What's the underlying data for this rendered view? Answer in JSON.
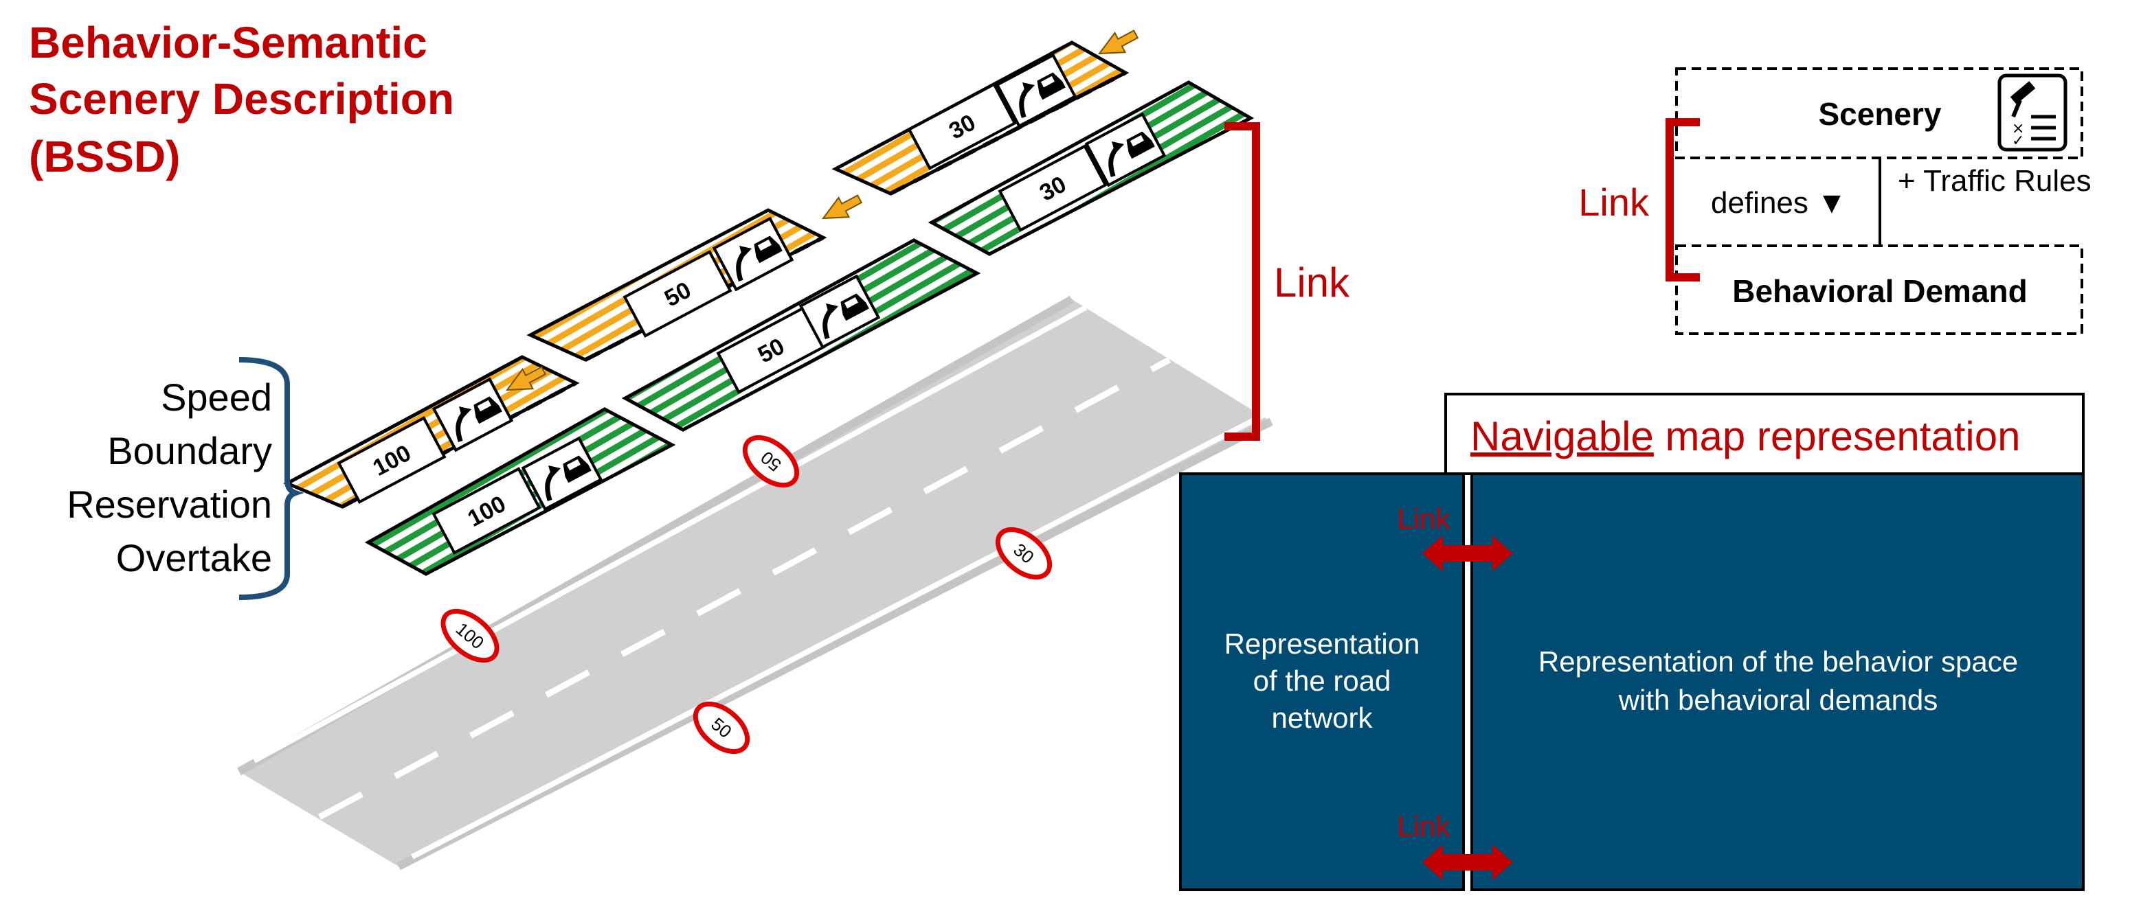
{
  "title": {
    "line1": "Behavior-Semantic",
    "line2": "Scenery Description",
    "line3": "(BSSD)"
  },
  "layers": {
    "speed": "Speed",
    "boundary": "Boundary",
    "reservation": "Reservation",
    "overtake": "Overtake"
  },
  "road_link_label": "Link",
  "speed_limits": {
    "lane_a": [
      "100",
      "50",
      "30"
    ],
    "lane_b": [
      "100",
      "50",
      "30"
    ],
    "road_signs": [
      "100",
      "50",
      "30",
      "50"
    ]
  },
  "legend": {
    "scenery": "Scenery",
    "behavioral_demand": "Behavioral Demand",
    "defines": "defines ▼",
    "traffic_rules": "+ Traffic Rules",
    "link": "Link"
  },
  "map": {
    "title_underlined": "Navigable",
    "title_rest": " map representation",
    "road_network": [
      "Representation",
      "of the road",
      "network"
    ],
    "behavior_space": [
      "Representation of the behavior space",
      "with behavioral demands"
    ],
    "link_top": "Link",
    "link_bottom": "Link"
  },
  "colors": {
    "title_red": "#c00000",
    "orange": "#f4a81c",
    "green": "#1f9a3a",
    "bracket_blue": "#1f4e79",
    "map_blue": "#004b72",
    "road_gray": "#d0d0d0"
  }
}
